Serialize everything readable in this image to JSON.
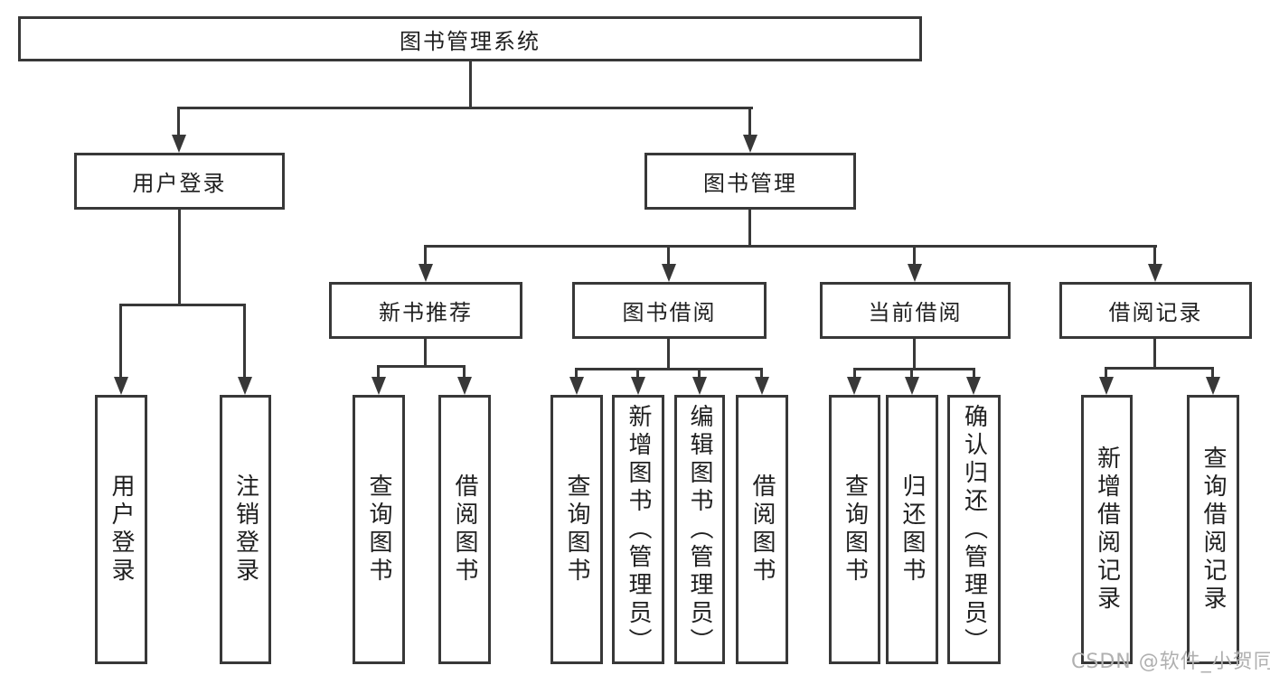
{
  "diagram": {
    "root": {
      "label": "图书管理系统"
    },
    "level2": [
      {
        "label": "用户登录"
      },
      {
        "label": "图书管理"
      }
    ],
    "level3": [
      {
        "label": "新书推荐"
      },
      {
        "label": "图书借阅"
      },
      {
        "label": "当前借阅"
      },
      {
        "label": "借阅记录"
      }
    ],
    "leaves": {
      "user_login": [
        "用户登录",
        "注销登录"
      ],
      "new_book": [
        "查询图书",
        "借阅图书"
      ],
      "book_borrow": [
        "查询图书",
        "新增图书（管理员）",
        "编辑图书（管理员）",
        "借阅图书"
      ],
      "current_borrow": [
        "查询图书",
        "归还图书",
        "确认归还（管理员）"
      ],
      "borrow_record": [
        "新增借阅记录",
        "查询借阅记录"
      ]
    }
  },
  "watermark": {
    "text": "CSDN @软件_小贺同学"
  },
  "colors": {
    "line": "#383838",
    "text": "#1f1f1f",
    "background": "#ffffff",
    "watermark": "#b0b0b0"
  }
}
